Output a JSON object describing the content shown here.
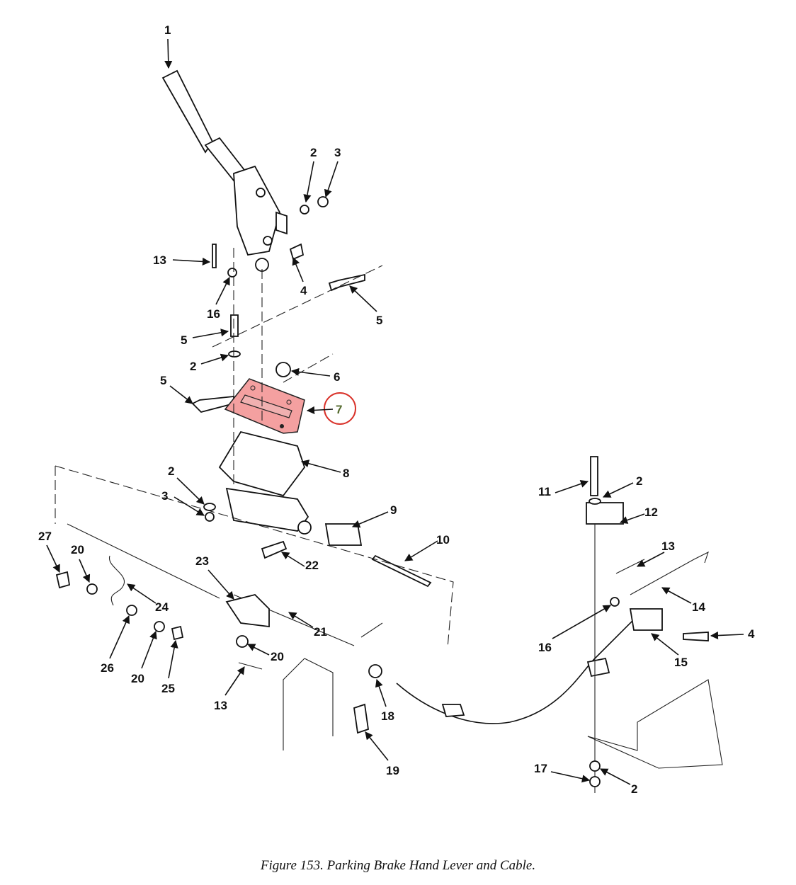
{
  "figure": {
    "caption": "Figure 153.  Parking Brake Hand Lever and Cable.",
    "highlighted_item": "7",
    "highlight_color": "#f4a0a0",
    "highlight_circle_color": "#d9322a",
    "callouts": [
      "1",
      "2",
      "3",
      "13",
      "4",
      "5",
      "16",
      "5",
      "2",
      "6",
      "5",
      "7",
      "8",
      "2",
      "3",
      "9",
      "10",
      "27",
      "20",
      "23",
      "22",
      "24",
      "21",
      "20",
      "26",
      "20",
      "25",
      "13",
      "18",
      "19",
      "11",
      "2",
      "12",
      "13",
      "14",
      "16",
      "4",
      "15",
      "17",
      "2"
    ]
  }
}
